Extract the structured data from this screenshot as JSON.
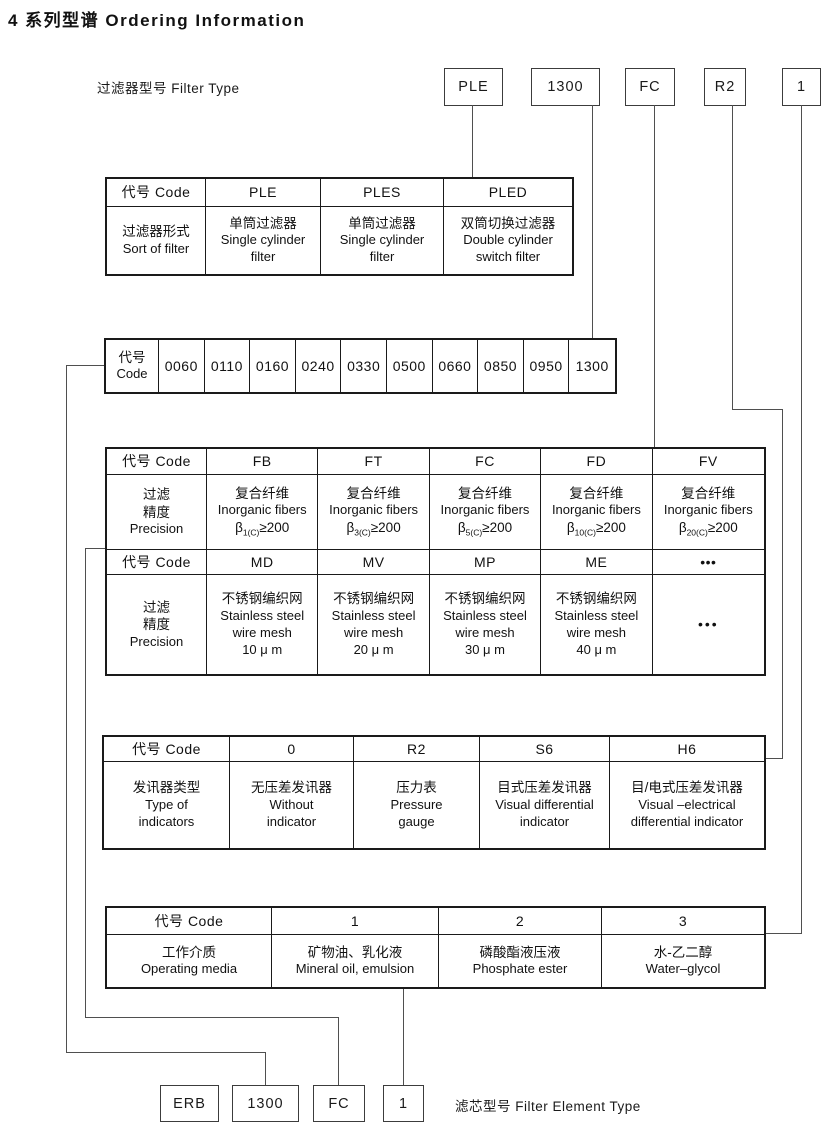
{
  "title": "4 系列型谱 Ordering Information",
  "top_model": {
    "label": "过滤器型号 Filter Type",
    "segments": [
      "PLE",
      "1300",
      "FC",
      "R2",
      "1"
    ]
  },
  "bottom_model": {
    "label": "滤芯型号 Filter Element Type",
    "segments": [
      "ERB",
      "1300",
      "FC",
      "1"
    ]
  },
  "tables": {
    "filter_type": {
      "header": [
        "代号 Code",
        "PLE",
        "PLES",
        "PLED"
      ],
      "row_label": {
        "cn": "过滤器形式",
        "en": "Sort of filter"
      },
      "cells": [
        {
          "cn": "单筒过滤器",
          "en1": "Single cylinder",
          "en2": "filter"
        },
        {
          "cn": "单筒过滤器",
          "en1": "Single cylinder",
          "en2": "filter"
        },
        {
          "cn": "双筒切换过滤器",
          "en1": "Double cylinder",
          "en2": "switch filter"
        }
      ]
    },
    "size_code": {
      "label_cn": "代号",
      "label_en": "Code",
      "codes": [
        "0060",
        "0110",
        "0160",
        "0240",
        "0330",
        "0500",
        "0660",
        "0850",
        "0950",
        "1300"
      ]
    },
    "precision_fiber": {
      "header": [
        "代号 Code",
        "FB",
        "FT",
        "FC",
        "FD",
        "FV"
      ],
      "row_label": {
        "l1": "过滤",
        "l2": "精度",
        "l3": "Precision"
      },
      "cells": [
        {
          "cn": "复合纤维",
          "en": "Inorganic fibers",
          "beta": "β",
          "beta_sub": "1(C)",
          "beta_geq": "≥200"
        },
        {
          "cn": "复合纤维",
          "en": "Inorganic fibers",
          "beta": "β",
          "beta_sub": "3(C)",
          "beta_geq": "≥200"
        },
        {
          "cn": "复合纤维",
          "en": "Inorganic fibers",
          "beta": "β",
          "beta_sub": "5(C)",
          "beta_geq": "≥200"
        },
        {
          "cn": "复合纤维",
          "en": "Inorganic fibers",
          "beta": "β",
          "beta_sub": "10(C)",
          "beta_geq": "≥200"
        },
        {
          "cn": "复合纤维",
          "en": "Inorganic fibers",
          "beta": "β",
          "beta_sub": "20(C)",
          "beta_geq": "≥200"
        }
      ]
    },
    "precision_mesh": {
      "header": [
        "代号 Code",
        "MD",
        "MV",
        "MP",
        "ME",
        "•••"
      ],
      "row_label": {
        "l1": "过滤",
        "l2": "精度",
        "l3": "Precision"
      },
      "cells": [
        {
          "cn": "不锈钢编织网",
          "en1": "Stainless steel",
          "en2": "wire mesh",
          "size": "10 μ m"
        },
        {
          "cn": "不锈钢编织网",
          "en1": "Stainless steel",
          "en2": "wire mesh",
          "size": "20 μ m"
        },
        {
          "cn": "不锈钢编织网",
          "en1": "Stainless steel",
          "en2": "wire mesh",
          "size": "30 μ m"
        },
        {
          "cn": "不锈钢编织网",
          "en1": "Stainless steel",
          "en2": "wire mesh",
          "size": "40 μ m"
        }
      ],
      "dots": "•••"
    },
    "indicator": {
      "header": [
        "代号 Code",
        "0",
        "R2",
        "S6",
        "H6"
      ],
      "row_label": {
        "cn": "发讯器类型",
        "en1": "Type of",
        "en2": "indicators"
      },
      "cells": [
        {
          "cn": "无压差发讯器",
          "en1": "Without",
          "en2": "indicator"
        },
        {
          "cn": "压力表",
          "en1": "Pressure",
          "en2": "gauge"
        },
        {
          "cn": "目式压差发讯器",
          "en1": "Visual differential",
          "en2": "indicator"
        },
        {
          "cn": "目/电式压差发讯器",
          "en1": "Visual –electrical",
          "en2": "differential indicator"
        }
      ]
    },
    "media": {
      "header": [
        "代号 Code",
        "1",
        "2",
        "3"
      ],
      "row_label": {
        "cn": "工作介质",
        "en": "Operating media"
      },
      "cells": [
        {
          "cn": "矿物油、乳化液",
          "en": "Mineral oil, emulsion"
        },
        {
          "cn": "磷酸酯液压液",
          "en": "Phosphate ester"
        },
        {
          "cn": "水-乙二醇",
          "en": "Water–glycol"
        }
      ]
    }
  },
  "colors": {
    "line": "#4f4f4f",
    "border": "#1a1a1a",
    "text": "#111111",
    "background": "#ffffff"
  }
}
